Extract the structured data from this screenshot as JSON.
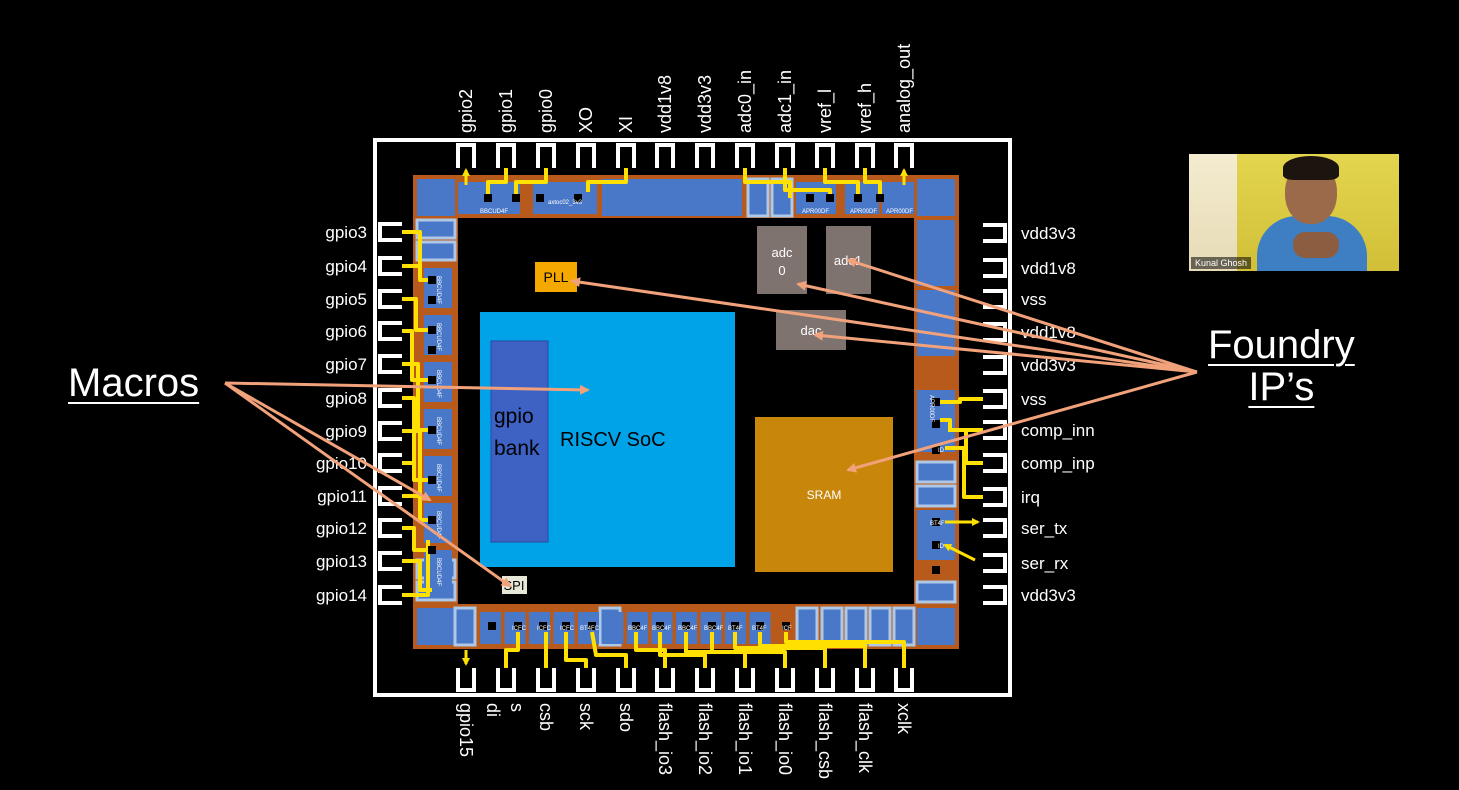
{
  "colors": {
    "background": "#000000",
    "die_outline": "#ffffff",
    "pad_ring_fill": "#b85a1c",
    "pad_block": "#4a78c8",
    "pad_block_light": "#aec8e6",
    "soc": "#00a2e8",
    "gpio_bank": "#3d62c4",
    "sram": "#c8860a",
    "pll": "#f5a800",
    "analog_ip": "#7f7370",
    "wire": "#ffe000",
    "arrow": "#f2a27a",
    "spi_box": "#e8e8d8"
  },
  "top_pins": [
    "gpio2",
    "gpio1",
    "gpio0",
    "XO",
    "XI",
    "vdd1v8",
    "vdd3v3",
    "adc0_in",
    "adc1_in",
    "vref_l",
    "vref_h",
    "analog_out"
  ],
  "left_pins": [
    "gpio3",
    "gpio4",
    "gpio5",
    "gpio6",
    "gpio7",
    "gpio8",
    "gpio9",
    "gpio10",
    "gpio11",
    "gpio12",
    "gpio13",
    "gpio14"
  ],
  "right_pins": [
    "vdd3v3",
    "vdd1v8",
    "vss",
    "vdd1v8",
    "vdd3v3",
    "vss",
    "comp_inn",
    "comp_inp",
    "irq",
    "ser_tx",
    "ser_rx",
    "vdd3v3"
  ],
  "bottom_pins": [
    "gpio15",
    "di",
    "s",
    "csb",
    "sck",
    "sdo",
    "flash_io3",
    "flash_io2",
    "flash_io1",
    "flash_io0",
    "flash_csb",
    "flash_clk",
    "xclk"
  ],
  "blocks": {
    "soc": "RISCV SoC",
    "gpio_bank_line1": "gpio",
    "gpio_bank_line2": "bank",
    "sram": "SRAM",
    "pll": "PLL",
    "spi": "SPI",
    "adc0_line1": "adc",
    "adc0_line2": "0",
    "adc1": "adc1",
    "dac": "dac"
  },
  "pad_labels": {
    "top": [
      "BBCUD4F",
      "axtoc02_3v3",
      "APR00DF",
      "APR00DF",
      "APR00DF"
    ],
    "left": [
      "BBCUD4F",
      "BBCUD4F",
      "BBCUD4F",
      "BBCUD4F",
      "BBCUD4F",
      "BBCUD4F",
      "BBCUD4F"
    ],
    "right": [
      "APR00DF",
      "ID",
      "BT4F",
      "ID"
    ],
    "bottom": [
      "ICFC",
      "ICFC",
      "ICFC",
      "BT4FC",
      "BBC4F",
      "BBC4F",
      "BBC4F",
      "BBC4F",
      "BT4F",
      "BT4F",
      "ICF"
    ]
  },
  "annotations": {
    "macros": "Macros",
    "foundry_line1": "Foundry",
    "foundry_line2": "IP’s"
  },
  "webcam": {
    "name": "Kunal Ghosh"
  }
}
